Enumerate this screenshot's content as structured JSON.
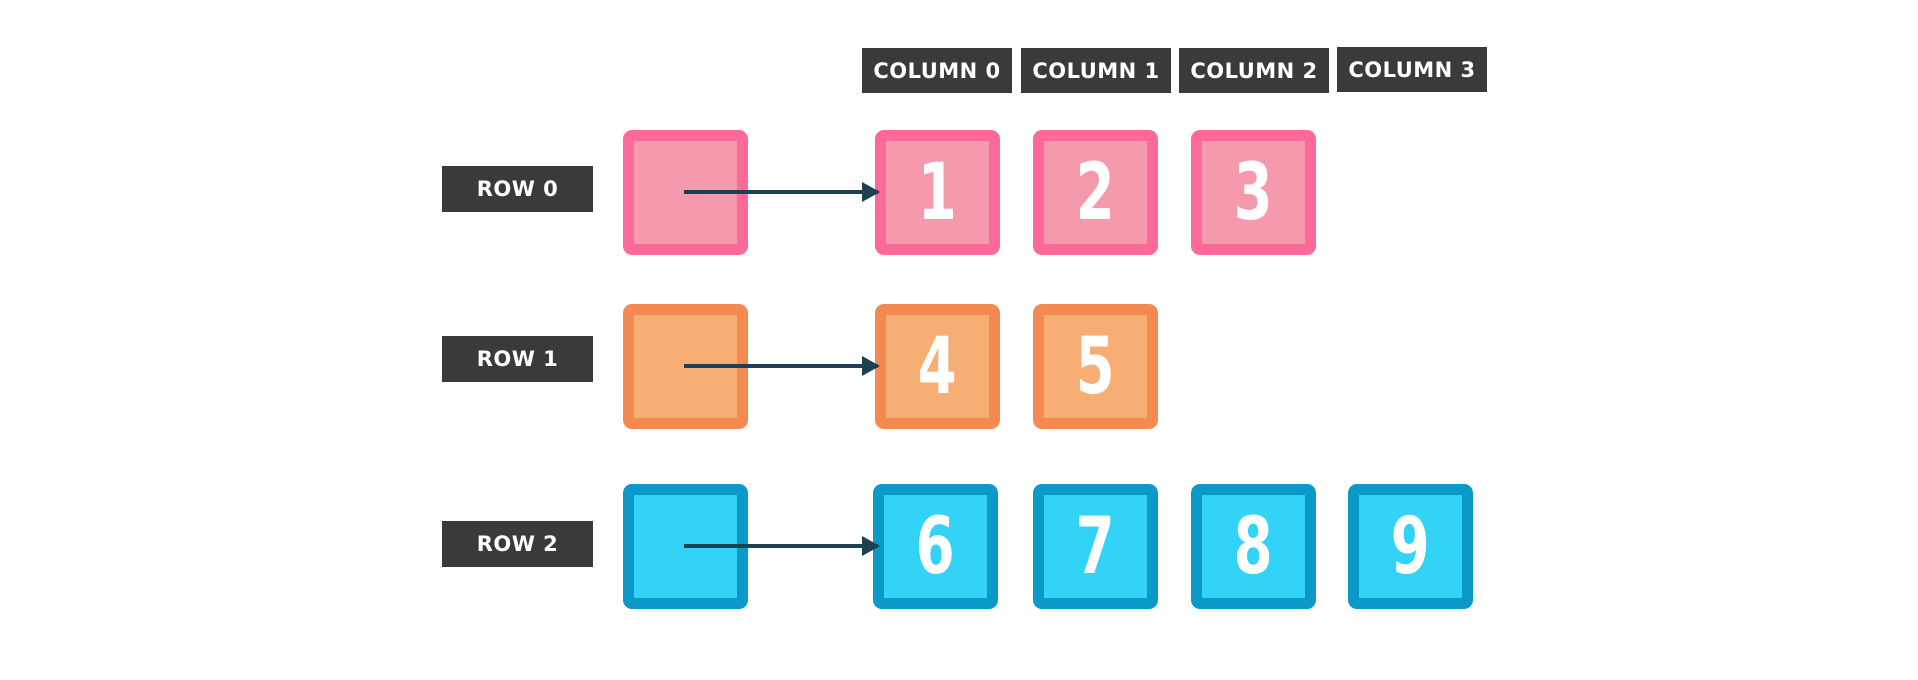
{
  "columns": [
    {
      "label": "COLUMN 0"
    },
    {
      "label": "COLUMN 1"
    },
    {
      "label": "COLUMN 2"
    },
    {
      "label": "COLUMN 3"
    }
  ],
  "rows": [
    {
      "label": "ROW 0",
      "color": "pink",
      "fill": "#f59aad",
      "border": "#fd6a9a",
      "values": [
        "1",
        "2",
        "3"
      ]
    },
    {
      "label": "ROW 1",
      "color": "orange",
      "fill": "#f6ae74",
      "border": "#f48a52",
      "values": [
        "4",
        "5"
      ]
    },
    {
      "label": "ROW 2",
      "color": "blue",
      "fill": "#33d3f8",
      "border": "#0a99c9",
      "values": [
        "6",
        "7",
        "8",
        "9"
      ]
    }
  ],
  "arrow_color": "#1e4151",
  "label_background": "#3a3a3a"
}
